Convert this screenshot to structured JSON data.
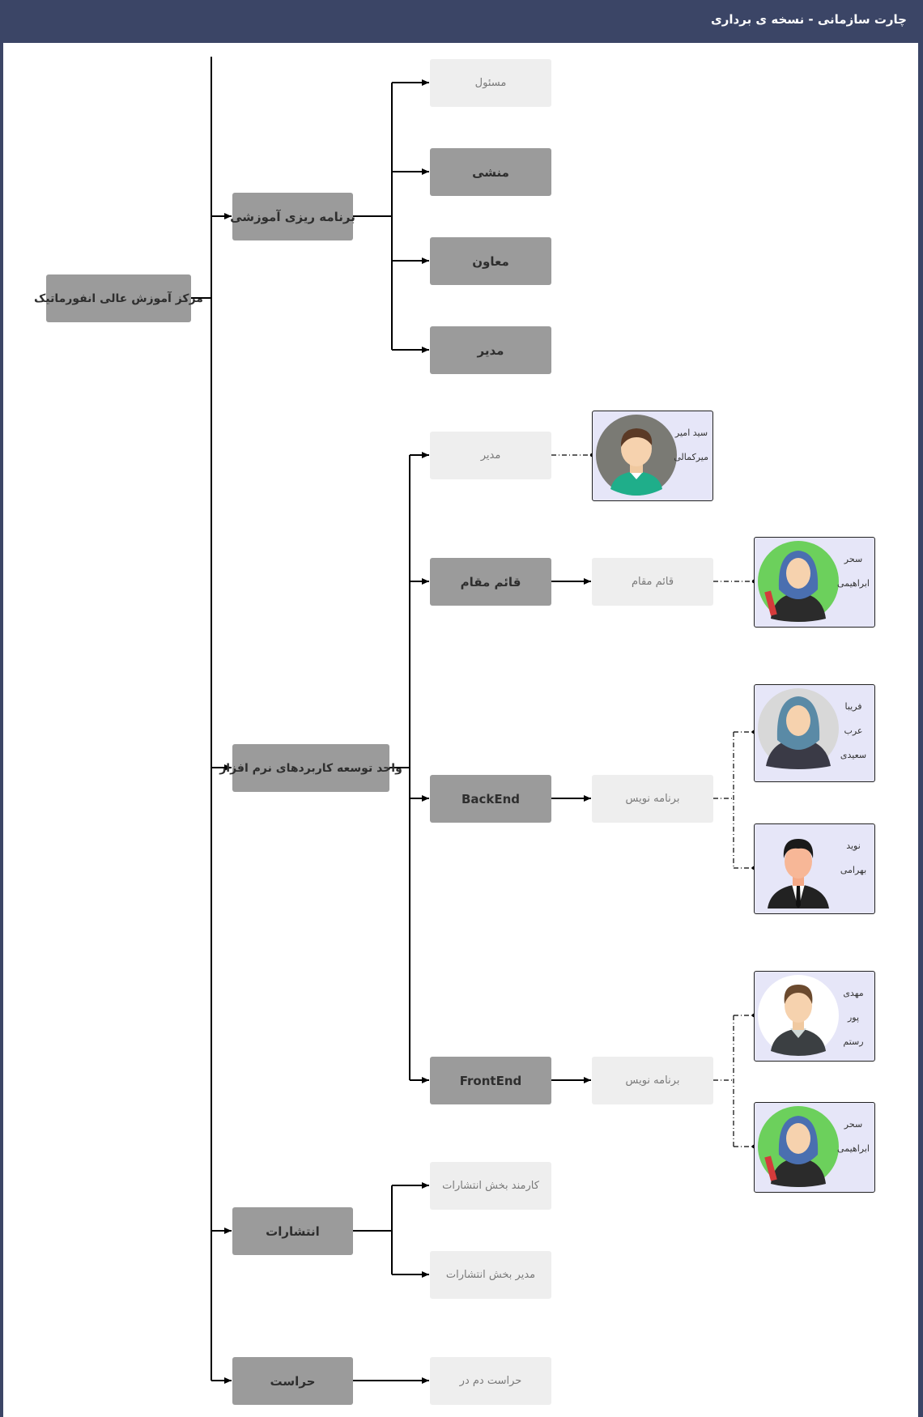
{
  "window": {
    "title": "چارت سازمانی - نسخه ی برداری"
  },
  "root": {
    "label": "مرکز آموزش عالی انفورماتیک"
  },
  "departments": [
    {
      "label": "برنامه ریزی آموزشی",
      "roles": [
        {
          "label": "مسئول"
        },
        {
          "label": "منشی"
        },
        {
          "label": "معاون"
        },
        {
          "label": "مدیر"
        }
      ]
    },
    {
      "label": "واحد توسعه کاربردهای نرم افزار",
      "roles": [
        {
          "label": "مدیر",
          "people": [
            {
              "name": [
                "سید امیر",
                "میرکمالی"
              ],
              "avatar_icon": "man-avatar-icon"
            }
          ]
        },
        {
          "label": "قائم مقام",
          "position": "قائم مقام",
          "people": [
            {
              "name": [
                "سحر",
                "ابراهیمی"
              ],
              "avatar_icon": "woman-hijab-avatar-icon"
            }
          ]
        },
        {
          "label": "BackEnd",
          "position": "برنامه نویس",
          "people": [
            {
              "name": [
                "فریبا",
                "عرب",
                "سعیدی"
              ],
              "avatar_icon": "woman-hijab-avatar-icon"
            },
            {
              "name": [
                "نوید",
                "بهرامی"
              ],
              "avatar_icon": "man-suit-avatar-icon"
            }
          ]
        },
        {
          "label": "FrontEnd",
          "position": "برنامه نویس",
          "people": [
            {
              "name": [
                "مهدی",
                "پور رستم"
              ],
              "avatar_icon": "man-avatar-icon"
            },
            {
              "name": [
                "سحر",
                "ابراهیمی"
              ],
              "avatar_icon": "woman-hijab-avatar-icon"
            }
          ]
        }
      ]
    },
    {
      "label": "انتشارات",
      "roles": [
        {
          "label": "کارمند بخش انتشارات"
        },
        {
          "label": "مدیر بخش انتشارات"
        }
      ]
    },
    {
      "label": "حراست",
      "roles": [
        {
          "label": "حراست دم در"
        }
      ]
    }
  ],
  "colors": {
    "header": "#3b4566",
    "dark_node": "#9b9b9b",
    "light_node": "#eeeeee",
    "person_card": "#e6e6f8",
    "avatar_green": "#6cd05c",
    "avatar_gray": "#7a7a74"
  }
}
